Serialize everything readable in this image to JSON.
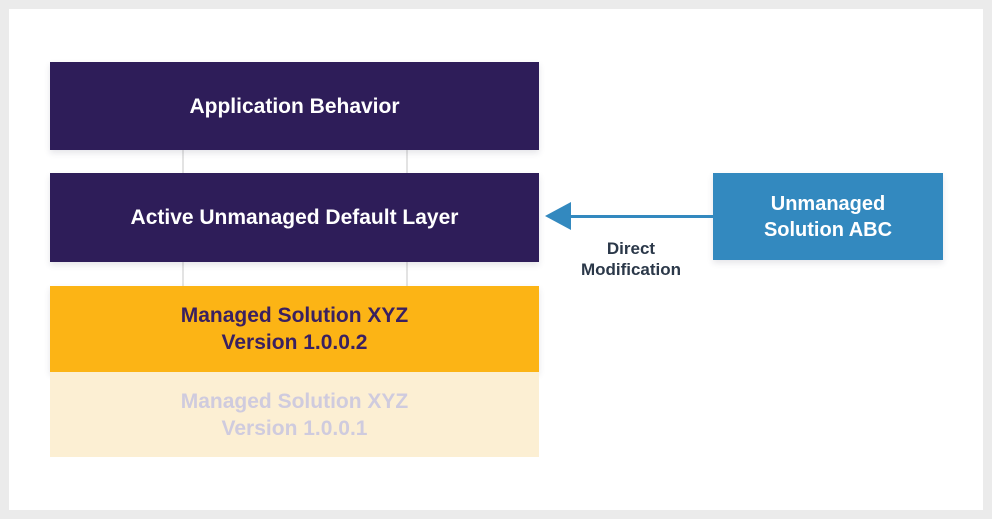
{
  "diagram": {
    "description": "Solution layering diagram showing application behavior stack with an unmanaged solution directly modifying the active unmanaged default layer",
    "layers": [
      {
        "line1": "Application Behavior"
      },
      {
        "line1": "Active Unmanaged Default Layer"
      },
      {
        "line1": "Managed Solution XYZ",
        "line2": "Version 1.0.0.2"
      },
      {
        "line1": "Managed Solution XYZ",
        "line2": "Version 1.0.0.1"
      }
    ],
    "solution_box": {
      "line1": "Unmanaged",
      "line2": "Solution ABC"
    },
    "arrow": {
      "label_line1": "Direct",
      "label_line2": "Modification"
    }
  },
  "colors": {
    "frame": "#EBEBEB",
    "panel": "#FFFFFF",
    "layer_purple": "#2E1D59",
    "layer_orange": "#FCB415",
    "layer_faded_cream": "#FCEFD3",
    "faded_text": "#CFCBDE",
    "orange_text": "#3A2060",
    "solution_blue": "#3389BF",
    "arrow_blue": "#3389BF",
    "arrow_label_text": "#2B3849",
    "connector_gray": "#E3E3E3",
    "box_text_white": "#FFFFFF"
  }
}
